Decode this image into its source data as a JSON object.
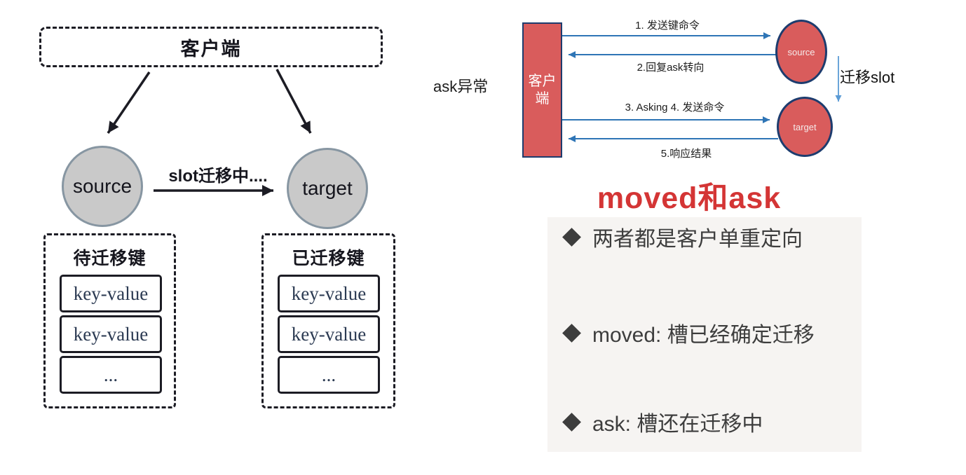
{
  "left_diagram": {
    "client_box_label": "客户端",
    "source_label": "source",
    "target_label": "target",
    "migration_label": "slot迁移中....",
    "pending_store": {
      "title": "待迁移键",
      "items": [
        "key-value",
        "key-value",
        "..."
      ]
    },
    "migrated_store": {
      "title": "已迁移键",
      "items": [
        "key-value",
        "key-value",
        "..."
      ]
    }
  },
  "sequence_diagram": {
    "exception_label": "ask异常",
    "client_line1": "客户",
    "client_line2": "端",
    "source_label": "source",
    "target_label": "target",
    "migrate_slot_label": "迁移slot",
    "messages": [
      {
        "label": "1. 发送键命令",
        "direction": "client-to-source"
      },
      {
        "label": "2.回复ask转向",
        "direction": "source-to-client"
      },
      {
        "label": "3. Asking 4. 发送命令",
        "direction": "client-to-target"
      },
      {
        "label": "5.响应结果",
        "direction": "target-to-client"
      }
    ]
  },
  "notes": {
    "title": "moved和ask",
    "bullets": [
      "两者都是客户单重定向",
      "moved: 槽已经确定迁移",
      "ask: 槽还在迁移中"
    ]
  },
  "colors": {
    "sketch_stroke": "#1c1c24",
    "node_gray_fill": "#c9c9c9",
    "node_gray_border": "#8796a2",
    "kv_text": "#2b3a52",
    "redis_red": "#d95c5c",
    "navy_border": "#1d3c6e",
    "arrow_blue": "#2e75b6",
    "arrow_light_blue": "#5b9bd5",
    "title_red": "#d43535",
    "note_text": "#3d3d3d",
    "panel_bg": "#f6f4f2"
  }
}
